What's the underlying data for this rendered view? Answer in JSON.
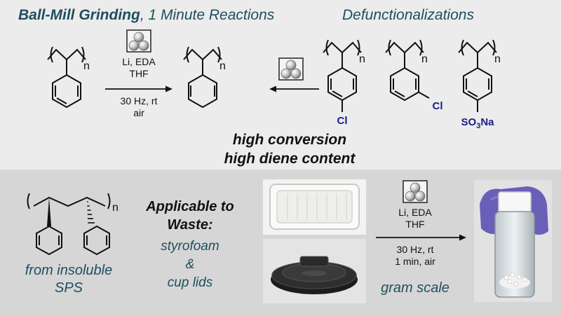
{
  "header": {
    "title_bold": "Ball-Mill Grinding",
    "title_rest": ", 1 Minute Reactions",
    "defunc": "Defunctionalizations"
  },
  "top_reaction": {
    "reagents": "Li, EDA",
    "solvent": "THF",
    "conditions": "30 Hz, rt",
    "atmosphere": "air",
    "subscript_n": "n"
  },
  "substituents": {
    "cl_para": "Cl",
    "cl_meta": "Cl",
    "so3na_prefix": "SO",
    "so3na_sub": "3",
    "so3na_suffix": "Na"
  },
  "outcome": {
    "line1": "high conversion",
    "line2": "high diene content"
  },
  "bottom": {
    "sps_line1": "from insoluble",
    "sps_line2": "SPS",
    "applicable_line1": "Applicable to",
    "applicable_line2": "Waste:",
    "waste_line1": "styrofoam",
    "waste_line2": "&",
    "waste_line3": "cup lids",
    "reagents": "Li, EDA",
    "solvent": "THF",
    "conditions": "30 Hz, rt",
    "conditions2": "1 min, air",
    "scale": "gram scale",
    "subscript_n": "n"
  },
  "colors": {
    "accent_text": "#1f4e5f",
    "substituent": "#1a1a8c",
    "top_panel": "#ececec",
    "bottom_panel": "#d6d6d6"
  }
}
